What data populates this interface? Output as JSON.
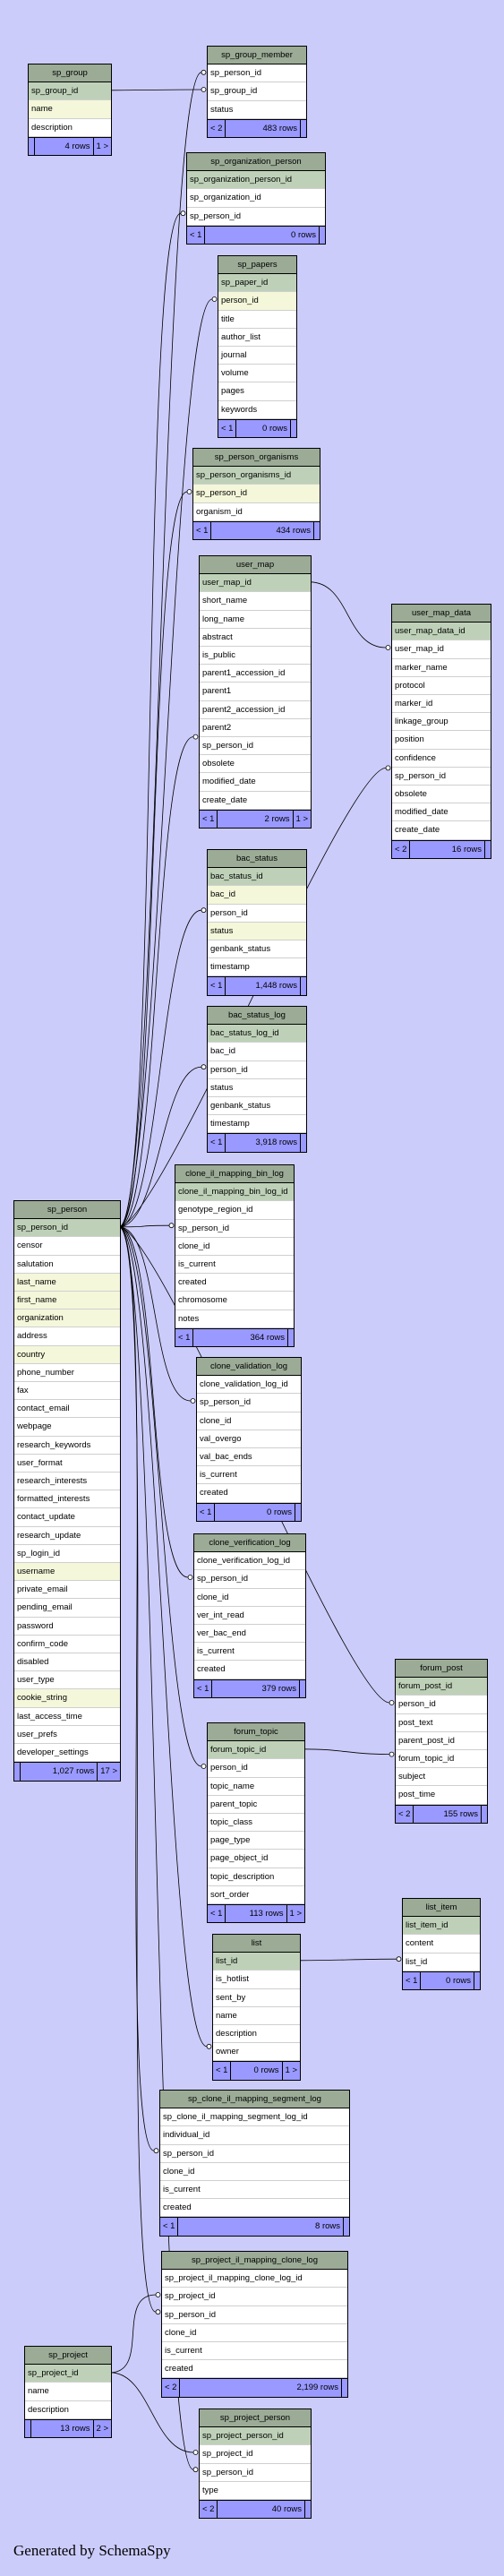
{
  "tables": [
    {
      "name": "sp_group",
      "cols": [
        [
          "sp_group_id",
          "pk"
        ],
        [
          "name",
          "hl"
        ],
        [
          "description",
          ""
        ]
      ],
      "foot": [
        "",
        "4 rows",
        "1 >"
      ]
    },
    {
      "name": "sp_group_member",
      "cols": [
        [
          "sp_person_id",
          ""
        ],
        [
          "sp_group_id",
          ""
        ],
        [
          "status",
          ""
        ]
      ],
      "foot": [
        "< 2",
        "483 rows",
        ""
      ]
    },
    {
      "name": "sp_organization_person",
      "cols": [
        [
          "sp_organization_person_id",
          "pk"
        ],
        [
          "sp_organization_id",
          ""
        ],
        [
          "sp_person_id",
          ""
        ]
      ],
      "foot": [
        "< 1",
        "0 rows",
        ""
      ]
    },
    {
      "name": "sp_papers",
      "cols": [
        [
          "sp_paper_id",
          "pk"
        ],
        [
          "person_id",
          "hl"
        ],
        [
          "title",
          ""
        ],
        [
          "author_list",
          ""
        ],
        [
          "journal",
          ""
        ],
        [
          "volume",
          ""
        ],
        [
          "pages",
          ""
        ],
        [
          "keywords",
          ""
        ]
      ],
      "foot": [
        "< 1",
        "0 rows",
        ""
      ]
    },
    {
      "name": "sp_person_organisms",
      "cols": [
        [
          "sp_person_organisms_id",
          "pk"
        ],
        [
          "sp_person_id",
          "hl"
        ],
        [
          "organism_id",
          ""
        ]
      ],
      "foot": [
        "< 1",
        "434 rows",
        ""
      ]
    },
    {
      "name": "user_map",
      "cols": [
        [
          "user_map_id",
          "pk"
        ],
        [
          "short_name",
          ""
        ],
        [
          "long_name",
          ""
        ],
        [
          "abstract",
          ""
        ],
        [
          "is_public",
          ""
        ],
        [
          "parent1_accession_id",
          ""
        ],
        [
          "parent1",
          ""
        ],
        [
          "parent2_accession_id",
          ""
        ],
        [
          "parent2",
          ""
        ],
        [
          "sp_person_id",
          ""
        ],
        [
          "obsolete",
          ""
        ],
        [
          "modified_date",
          ""
        ],
        [
          "create_date",
          ""
        ]
      ],
      "foot": [
        "< 1",
        "2 rows",
        "1 >"
      ]
    },
    {
      "name": "user_map_data",
      "cols": [
        [
          "user_map_data_id",
          "pk"
        ],
        [
          "user_map_id",
          ""
        ],
        [
          "marker_name",
          ""
        ],
        [
          "protocol",
          ""
        ],
        [
          "marker_id",
          ""
        ],
        [
          "linkage_group",
          ""
        ],
        [
          "position",
          ""
        ],
        [
          "confidence",
          ""
        ],
        [
          "sp_person_id",
          ""
        ],
        [
          "obsolete",
          ""
        ],
        [
          "modified_date",
          ""
        ],
        [
          "create_date",
          ""
        ]
      ],
      "foot": [
        "< 2",
        "16 rows",
        ""
      ]
    },
    {
      "name": "bac_status",
      "cols": [
        [
          "bac_status_id",
          "pk"
        ],
        [
          "bac_id",
          "hl"
        ],
        [
          "person_id",
          ""
        ],
        [
          "status",
          "hl"
        ],
        [
          "genbank_status",
          ""
        ],
        [
          "timestamp",
          ""
        ]
      ],
      "foot": [
        "< 1",
        "1,448 rows",
        ""
      ]
    },
    {
      "name": "bac_status_log",
      "cols": [
        [
          "bac_status_log_id",
          "pk"
        ],
        [
          "bac_id",
          ""
        ],
        [
          "person_id",
          ""
        ],
        [
          "status",
          ""
        ],
        [
          "genbank_status",
          ""
        ],
        [
          "timestamp",
          ""
        ]
      ],
      "foot": [
        "< 1",
        "3,918 rows",
        ""
      ]
    },
    {
      "name": "clone_il_mapping_bin_log",
      "cols": [
        [
          "clone_il_mapping_bin_log_id",
          "pk"
        ],
        [
          "genotype_region_id",
          ""
        ],
        [
          "sp_person_id",
          ""
        ],
        [
          "clone_id",
          ""
        ],
        [
          "is_current",
          ""
        ],
        [
          "created",
          ""
        ],
        [
          "chromosome",
          ""
        ],
        [
          "notes",
          ""
        ]
      ],
      "foot": [
        "< 1",
        "364 rows",
        ""
      ]
    },
    {
      "name": "clone_validation_log",
      "cols": [
        [
          "clone_validation_log_id",
          ""
        ],
        [
          "sp_person_id",
          ""
        ],
        [
          "clone_id",
          ""
        ],
        [
          "val_overgo",
          ""
        ],
        [
          "val_bac_ends",
          ""
        ],
        [
          "is_current",
          ""
        ],
        [
          "created",
          ""
        ]
      ],
      "foot": [
        "< 1",
        "0 rows",
        ""
      ]
    },
    {
      "name": "clone_verification_log",
      "cols": [
        [
          "clone_verification_log_id",
          ""
        ],
        [
          "sp_person_id",
          ""
        ],
        [
          "clone_id",
          ""
        ],
        [
          "ver_int_read",
          ""
        ],
        [
          "ver_bac_end",
          ""
        ],
        [
          "is_current",
          ""
        ],
        [
          "created",
          ""
        ]
      ],
      "foot": [
        "< 1",
        "379 rows",
        ""
      ]
    },
    {
      "name": "forum_post",
      "cols": [
        [
          "forum_post_id",
          "pk"
        ],
        [
          "person_id",
          ""
        ],
        [
          "post_text",
          ""
        ],
        [
          "parent_post_id",
          ""
        ],
        [
          "forum_topic_id",
          ""
        ],
        [
          "subject",
          ""
        ],
        [
          "post_time",
          ""
        ]
      ],
      "foot": [
        "< 2",
        "155 rows",
        ""
      ]
    },
    {
      "name": "forum_topic",
      "cols": [
        [
          "forum_topic_id",
          "pk"
        ],
        [
          "person_id",
          ""
        ],
        [
          "topic_name",
          ""
        ],
        [
          "parent_topic",
          ""
        ],
        [
          "topic_class",
          ""
        ],
        [
          "page_type",
          ""
        ],
        [
          "page_object_id",
          ""
        ],
        [
          "topic_description",
          ""
        ],
        [
          "sort_order",
          ""
        ]
      ],
      "foot": [
        "< 1",
        "113 rows",
        "1 >"
      ]
    },
    {
      "name": "list_item",
      "cols": [
        [
          "list_item_id",
          "pk"
        ],
        [
          "content",
          ""
        ],
        [
          "list_id",
          ""
        ]
      ],
      "foot": [
        "< 1",
        "0 rows",
        ""
      ]
    },
    {
      "name": "list",
      "cols": [
        [
          "list_id",
          "pk"
        ],
        [
          "is_hotlist",
          ""
        ],
        [
          "sent_by",
          ""
        ],
        [
          "name",
          ""
        ],
        [
          "description",
          ""
        ],
        [
          "owner",
          ""
        ]
      ],
      "foot": [
        "< 1",
        "0 rows",
        "1 >"
      ]
    },
    {
      "name": "sp_clone_il_mapping_segment_log",
      "cols": [
        [
          "sp_clone_il_mapping_segment_log_id",
          ""
        ],
        [
          "individual_id",
          ""
        ],
        [
          "sp_person_id",
          ""
        ],
        [
          "clone_id",
          ""
        ],
        [
          "is_current",
          ""
        ],
        [
          "created",
          ""
        ]
      ],
      "foot": [
        "< 1",
        "8 rows",
        ""
      ]
    },
    {
      "name": "sp_project_il_mapping_clone_log",
      "cols": [
        [
          "sp_project_il_mapping_clone_log_id",
          ""
        ],
        [
          "sp_project_id",
          ""
        ],
        [
          "sp_person_id",
          ""
        ],
        [
          "clone_id",
          ""
        ],
        [
          "is_current",
          ""
        ],
        [
          "created",
          ""
        ]
      ],
      "foot": [
        "< 2",
        "2,199 rows",
        ""
      ]
    },
    {
      "name": "sp_project",
      "cols": [
        [
          "sp_project_id",
          "pk"
        ],
        [
          "name",
          ""
        ],
        [
          "description",
          ""
        ]
      ],
      "foot": [
        "",
        "13 rows",
        "2 >"
      ]
    },
    {
      "name": "sp_project_person",
      "cols": [
        [
          "sp_project_person_id",
          "pk"
        ],
        [
          "sp_project_id",
          ""
        ],
        [
          "sp_person_id",
          ""
        ],
        [
          "type",
          ""
        ]
      ],
      "foot": [
        "< 2",
        "40 rows",
        ""
      ]
    },
    {
      "name": "sp_person",
      "cols": [
        [
          "sp_person_id",
          "pk"
        ],
        [
          "censor",
          ""
        ],
        [
          "salutation",
          ""
        ],
        [
          "last_name",
          "hl"
        ],
        [
          "first_name",
          "hl"
        ],
        [
          "organization",
          "hl"
        ],
        [
          "address",
          ""
        ],
        [
          "country",
          "hl"
        ],
        [
          "phone_number",
          ""
        ],
        [
          "fax",
          ""
        ],
        [
          "contact_email",
          ""
        ],
        [
          "webpage",
          ""
        ],
        [
          "research_keywords",
          ""
        ],
        [
          "user_format",
          ""
        ],
        [
          "research_interests",
          ""
        ],
        [
          "formatted_interests",
          ""
        ],
        [
          "contact_update",
          ""
        ],
        [
          "research_update",
          ""
        ],
        [
          "sp_login_id",
          ""
        ],
        [
          "username",
          "hl"
        ],
        [
          "private_email",
          ""
        ],
        [
          "pending_email",
          ""
        ],
        [
          "password",
          ""
        ],
        [
          "confirm_code",
          ""
        ],
        [
          "disabled",
          ""
        ],
        [
          "user_type",
          ""
        ],
        [
          "cookie_string",
          "hl"
        ],
        [
          "last_access_time",
          ""
        ],
        [
          "user_prefs",
          ""
        ],
        [
          "developer_settings",
          ""
        ]
      ],
      "foot": [
        "",
        "1,027 rows",
        "17 >"
      ]
    }
  ],
  "footer_text": "Generated by SchemaSpy"
}
